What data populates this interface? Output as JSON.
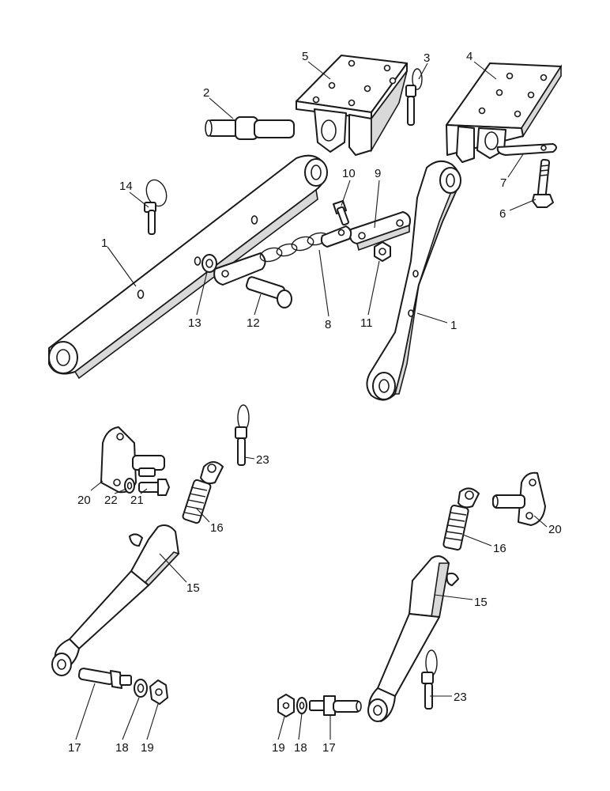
{
  "callouts": {
    "c1a": "1",
    "c1b": "1",
    "c2": "2",
    "c3": "3",
    "c4": "4",
    "c5": "5",
    "c6": "6",
    "c7": "7",
    "c8": "8",
    "c9": "9",
    "c10": "10",
    "c11": "11",
    "c12": "12",
    "c13": "13",
    "c14": "14",
    "c15a": "15",
    "c15b": "15",
    "c16a": "16",
    "c16b": "16",
    "c17a": "17",
    "c17b": "17",
    "c18a": "18",
    "c18b": "18",
    "c19a": "19",
    "c19b": "19",
    "c20a": "20",
    "c20b": "20",
    "c21": "21",
    "c22": "22",
    "c23a": "23",
    "c23b": "23"
  },
  "colors": {
    "line": "#1a1a1a",
    "shade": "#d9d9d9",
    "paper": "#ffffff"
  }
}
